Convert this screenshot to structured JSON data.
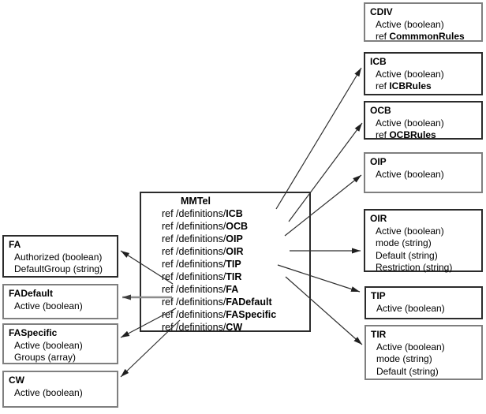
{
  "mmtel": {
    "title": "MMTel",
    "ref_prefix": "ref /definitions/",
    "refs": [
      "ICB",
      "OCB",
      "OIP",
      "OIR",
      "TIP",
      "TIR",
      "FA",
      "FADefault",
      "FASpecific",
      "CW"
    ]
  },
  "boxes": {
    "cdiv": {
      "title": "CDIV",
      "attrs": [
        "Active (boolean)"
      ],
      "ref_prefix": "ref ",
      "ref_bold": "CommmonRules"
    },
    "icb": {
      "title": "ICB",
      "attrs": [
        "Active (boolean)"
      ],
      "ref_prefix": "ref ",
      "ref_bold": "ICBRules"
    },
    "ocb": {
      "title": "OCB",
      "attrs": [
        "Active (boolean)"
      ],
      "ref_prefix": "ref ",
      "ref_bold": "OCBRules"
    },
    "oip": {
      "title": "OIP",
      "attrs": [
        "Active (boolean)"
      ]
    },
    "oir": {
      "title": "OIR",
      "attrs": [
        "Active (boolean)",
        "mode (string)",
        "Default (string)",
        "Restriction (string)"
      ]
    },
    "tip": {
      "title": "TIP",
      "attrs": [
        "Active (boolean)"
      ]
    },
    "tir": {
      "title": "TIR",
      "attrs": [
        "Active (boolean)",
        "mode (string)",
        "Default (string)"
      ]
    },
    "fa": {
      "title": "FA",
      "attrs": [
        "Authorized (boolean)",
        "DefaultGroup (string)"
      ]
    },
    "fadefault": {
      "title": "FADefault",
      "attrs": [
        "Active (boolean)"
      ]
    },
    "faspecific": {
      "title": "FASpecific",
      "attrs": [
        "Active (boolean)",
        "Groups (array)"
      ]
    },
    "cw": {
      "title": "CW",
      "attrs": [
        "Active (boolean)"
      ]
    }
  },
  "colors": {
    "line_dark": "#2e2e2e",
    "line_grey": "#8c8c8c",
    "border_dark": "#2b2b2b",
    "border_grey": "#7f7f7f"
  }
}
